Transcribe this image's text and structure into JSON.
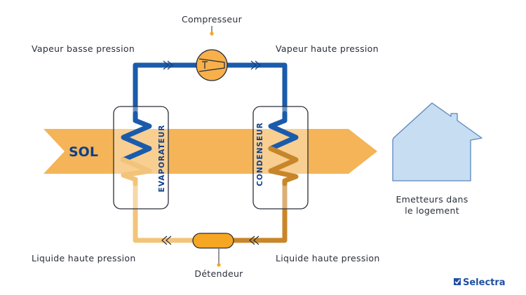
{
  "labels": {
    "compressor": "Compresseur",
    "vapor_low": "Vapeur basse pression",
    "vapor_high": "Vapeur haute pression",
    "liquid_left": "Liquide haute pression",
    "liquid_right": "Liquide haute pression",
    "expansion_valve": "Détendeur",
    "ground": "SOL",
    "evaporator": "EVAPORATEUR",
    "condenser": "CONDENSEUR",
    "emitters_line1": "Emetteurs dans",
    "emitters_line2": "le logement"
  },
  "brand": {
    "name": "Selectra",
    "icon": "checkmark-box-icon"
  },
  "colors": {
    "blue_pipe": "#1a5bab",
    "light_orange_pipe": "#f2c47a",
    "dark_orange_pipe": "#c8862a",
    "ground_arrow": "#f4b457",
    "compressor_fill": "#f7b04a",
    "valve_fill": "#f5a623",
    "house_fill": "#c6ddf2",
    "house_stroke": "#5b87bf",
    "dot": "#f5a623",
    "text": "#2b2f3a"
  }
}
